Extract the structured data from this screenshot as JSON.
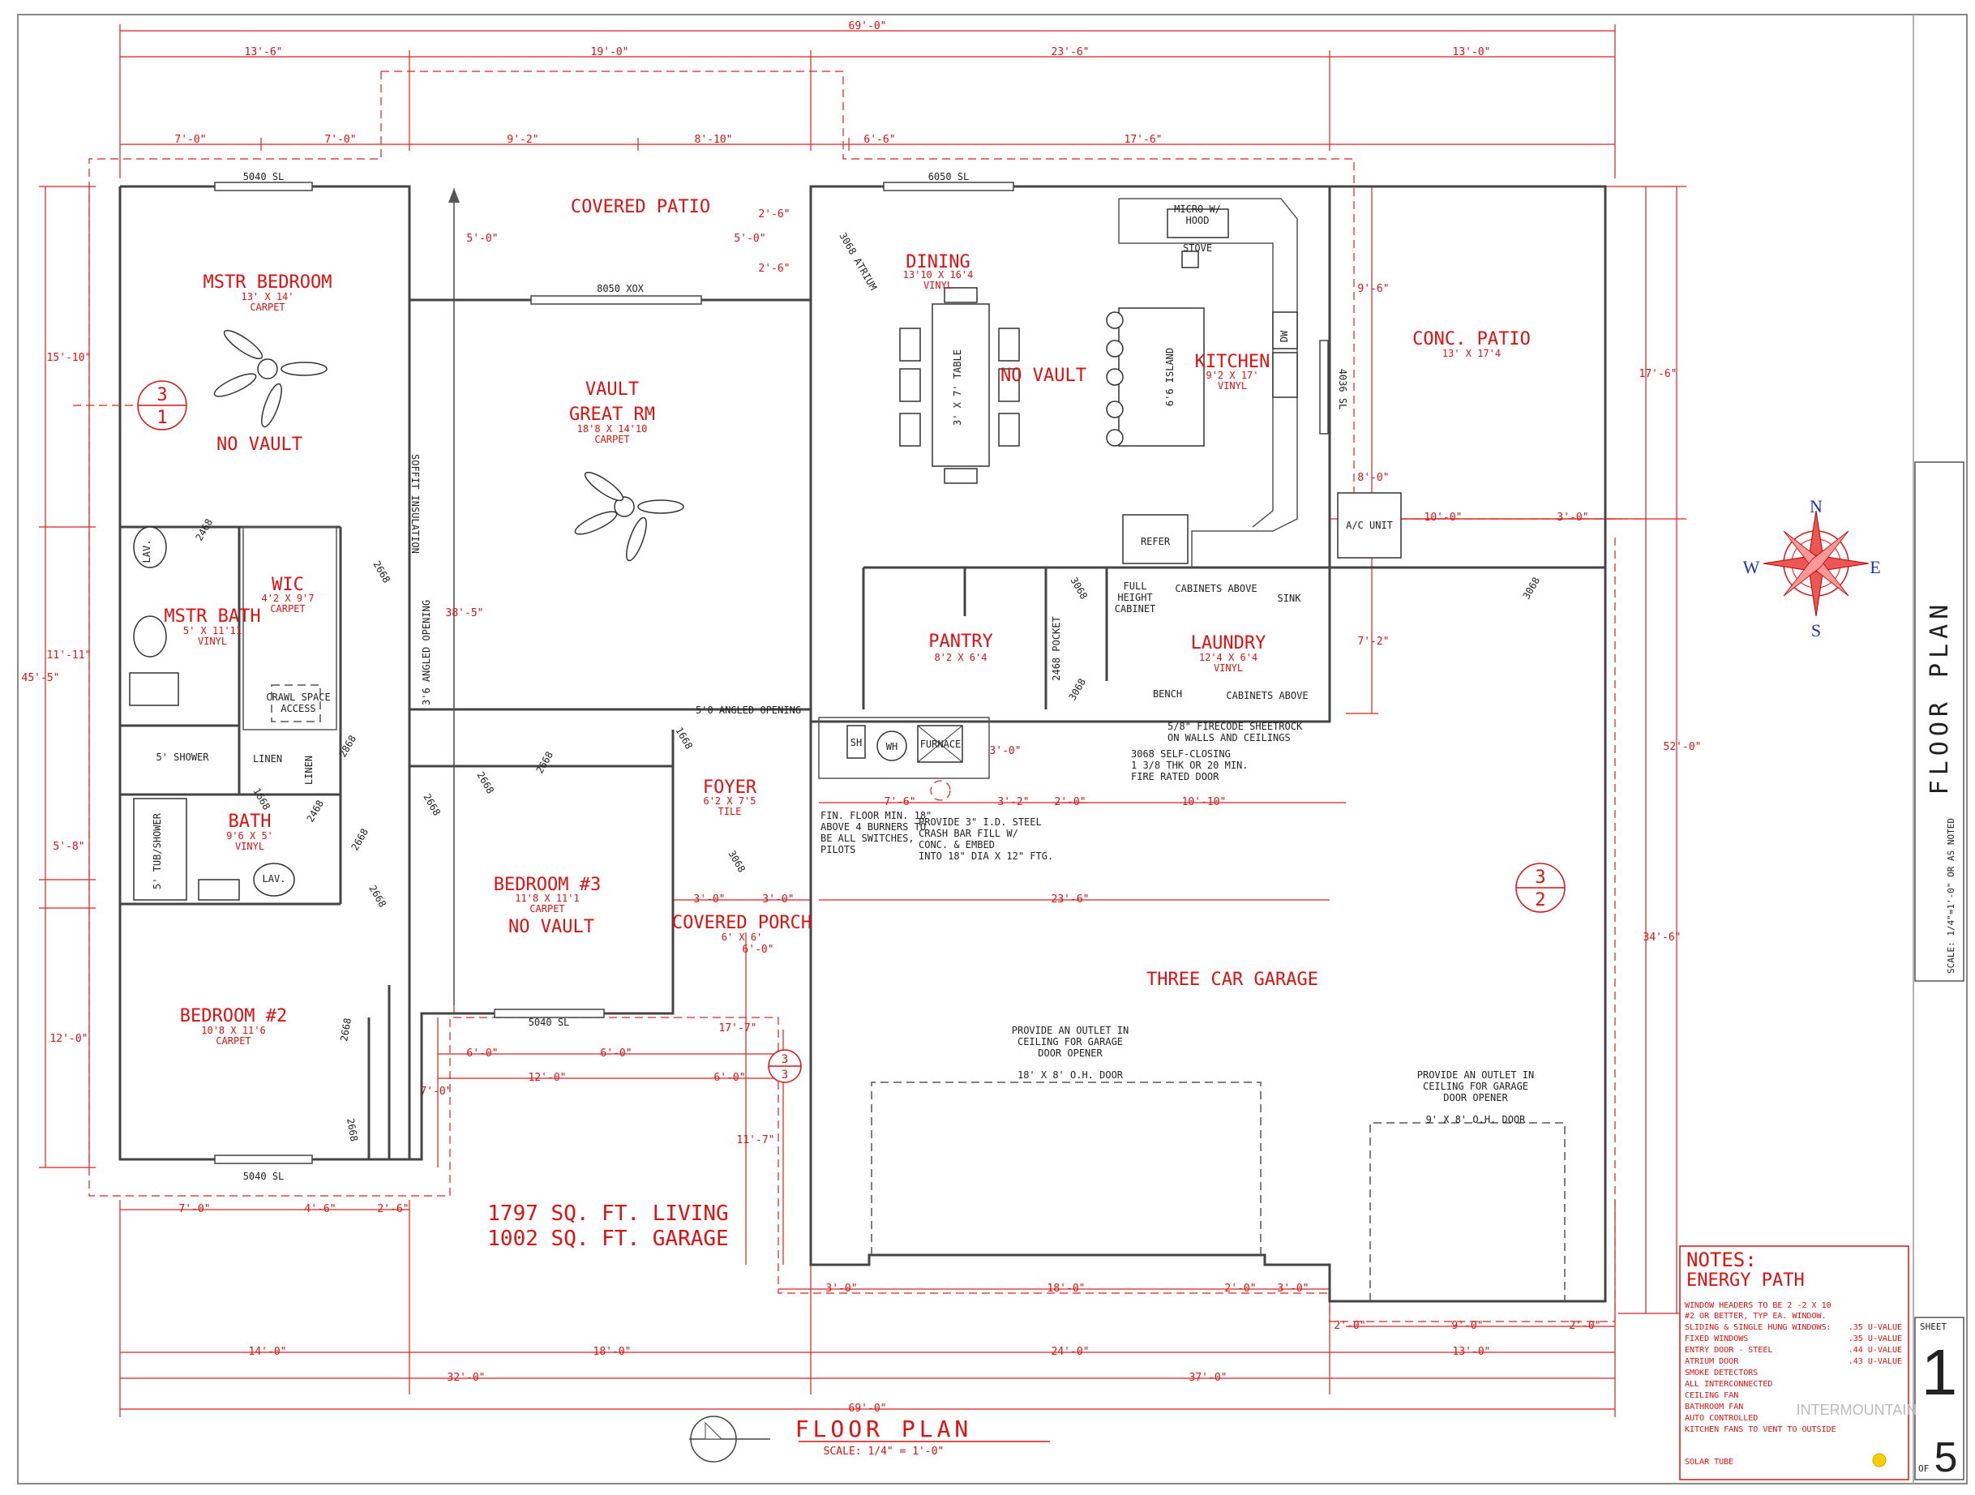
{
  "colors": {
    "ink": "#dd1111",
    "walls": "#444444",
    "background": "#ffffff"
  },
  "dims": {
    "top": [
      "69'-0\"",
      "13'-6\"",
      "19'-0\"",
      "23'-6\"",
      "13'-0\"",
      "7'-0\"",
      "7'-0\"",
      "9'-2\"",
      "8'-10\"",
      "6'-6\"",
      "17'-6\"",
      "6050 SL",
      "5040 SL",
      "8050 XOX"
    ],
    "patio": [
      "2'-6\"",
      "5'-0\"",
      "2'-6\"",
      "5'-0\""
    ],
    "left": [
      "45'-5\"",
      "15'-10\"",
      "11'-11\"",
      "5'-8\"",
      "12'-0\"",
      "38'-5\""
    ],
    "right": [
      "52'-0\"",
      "17'-6\"",
      "34'-6\"",
      "9'-6\"",
      "7'-2\"",
      "8'-0\"",
      "10'-0\"",
      "3'-0\"",
      "4036 SL"
    ],
    "center": [
      "3'-0\"",
      "7'-6\"",
      "3'-2\"",
      "2'-0\"",
      "10'-10\"",
      "23'-6\"",
      "3'-0\"",
      "3'-0\"",
      "6'-0\"",
      "17'-7\"",
      "11'-7\"",
      "6'-0\"",
      "6'-0\"",
      "12'-0\"",
      "6'-0\"",
      "7'-0\"",
      "5040 SL"
    ],
    "bottom": [
      "7'-0\"",
      "4'-6\"",
      "2'-6\"",
      "5040 SL",
      "3'-0\"",
      "18'-0\"",
      "2'-0\"",
      "3'-0\"",
      "2'-0\"",
      "9'-0\"",
      "2'-0\"",
      "14'-0\"",
      "18'-0\"",
      "24'-0\"",
      "13'-0\"",
      "32'-0\"",
      "37'-0\"",
      "69'-0\""
    ]
  },
  "rooms": {
    "master_bedroom": {
      "name": "MSTR BEDROOM",
      "size": "13' X 14'",
      "floor": "CARPET",
      "note": "NO VAULT"
    },
    "covered_patio": {
      "name": "COVERED PATIO"
    },
    "great_room": {
      "name1": "VAULT",
      "name2": "GREAT RM",
      "size": "18'8 X 14'10",
      "floor": "CARPET"
    },
    "dining": {
      "name": "DINING",
      "size": "13'10 X 16'4",
      "floor": "VINYL",
      "table": "3' X 7' TABLE",
      "note": "NO VAULT"
    },
    "kitchen": {
      "name": "KITCHEN",
      "size": "9'2 X 17'",
      "floor": "VINYL",
      "island": "6'6 ISLAND",
      "micro1": "MICRO W/",
      "micro2": "HOOD",
      "stove": "STOVE",
      "dw": "DW",
      "refer": "REFER"
    },
    "conc_patio": {
      "name": "CONC. PATIO",
      "size": "13' X 17'4",
      "ac": "A/C UNIT"
    },
    "wic": {
      "name": "WIC",
      "size": "4'2 X 9'7",
      "floor": "CARPET"
    },
    "master_bath": {
      "name": "MSTR BATH",
      "size": "5' X 11'11",
      "floor": "VINYL",
      "shower": "5' SHOWER",
      "lav": "LAV."
    },
    "crawl": {
      "line1": "CRAWL SPACE",
      "line2": "ACCESS"
    },
    "linen": [
      "LINEN",
      "LINEN"
    ],
    "bath": {
      "name": "BATH",
      "size": "9'6 X 5'",
      "floor": "VINYL",
      "tub": "5' TUB/SHOWER",
      "lav": "LAV."
    },
    "pantry": {
      "name": "PANTRY",
      "size": "8'2 X 6'4",
      "pocket": "2468 POCKET"
    },
    "laundry": {
      "name": "LAUNDRY",
      "size": "12'4 X 6'4",
      "floor": "VINYL",
      "cab1": "CABINETS ABOVE",
      "cab2": "CABINETS ABOVE",
      "full1": "FULL",
      "full2": "HEIGHT",
      "full3": "CABINET",
      "sink": "SINK",
      "bench": "BENCH"
    },
    "foyer": {
      "name": "FOYER",
      "size": "6'2 X 7'5",
      "floor": "TILE"
    },
    "covered_porch": {
      "name": "COVERED PORCH",
      "size": "6' X 6'"
    },
    "bedroom3": {
      "name": "BEDROOM #3",
      "size": "11'8 X 11'1",
      "floor": "CARPET",
      "note": "NO VAULT"
    },
    "bedroom2": {
      "name": "BEDROOM #2",
      "size": "10'8 X 11'6",
      "floor": "CARPET"
    },
    "garage": {
      "name": "THREE CAR GARAGE"
    },
    "mech": {
      "sh": "SH",
      "wh": "WH",
      "furnace": "FURNACE"
    }
  },
  "doors": [
    "3068 ATRIUM",
    "2468",
    "2668",
    "2668",
    "2668",
    "2868",
    "2468",
    "1668",
    "1668",
    "2668",
    "2668",
    "2668",
    "2668",
    "2668",
    "3068",
    "3068",
    "3068",
    "3068"
  ],
  "openings": [
    "5'0 ANGLED OPENING",
    "3'6 ANGLED OPENING",
    "SOFFIT INSULATION"
  ],
  "notes_plan": {
    "firecode": [
      "5/8\" FIRECODE SHEETROCK",
      "ON WALLS AND CEILINGS"
    ],
    "door": [
      "3068 SELF-CLOSING",
      "1 3/8 THK OR 20 MIN.",
      "FIRE RATED DOOR"
    ],
    "floor": [
      "FIN. FLOOR MIN. 18\"",
      "ABOVE 4 BURNERS TO",
      "BE ALL SWITCHES,",
      "PILOTS"
    ],
    "steel": [
      "PROVIDE 3\" I.D. STEEL",
      "CRASH BAR FILL W/",
      "CONC. & EMBED",
      "INTO 18\" DIA X 12\" FTG."
    ],
    "outlet1": [
      "PROVIDE AN OUTLET IN",
      "CEILING FOR GARAGE",
      "DOOR OPENER",
      "18' X 8' O.H. DOOR"
    ],
    "outlet2": [
      "PROVIDE AN OUTLET IN",
      "CEILING FOR GARAGE",
      "DOOR OPENER",
      "9' X 8' O.H. DOOR"
    ]
  },
  "sqft": {
    "living": "1797 SQ. FT. LIVING",
    "garage": "1002 SQ. FT. GARAGE"
  },
  "sections": [
    {
      "top": "3",
      "bottom": "1"
    },
    {
      "top": "3",
      "bottom": "2"
    },
    {
      "top": "3",
      "bottom": "3"
    }
  ],
  "compass": {
    "n": "N",
    "e": "E",
    "s": "S",
    "w": "W"
  },
  "title_block": {
    "title": "FLOOR PLAN",
    "scale": "SCALE: 1/4\"=1'-0\" OR AS NOTED",
    "sheet_label": "SHEET",
    "sheet_number": "1",
    "of_label": "OF",
    "total_sheets": "5"
  },
  "plan_title": {
    "title": "FLOOR PLAN",
    "scale": "SCALE: 1/4\" = 1'-0\""
  },
  "energy_notes": {
    "heading": "NOTES:",
    "sub": "ENERGY PATH",
    "lines": [
      "WINDOW HEADERS TO BE 2 -2 X 10",
      "#2 OR BETTER, TYP EA. WINDOW.",
      "SLIDING & SINGLE HUNG WINDOWS:",
      "FIXED WINDOWS",
      "ENTRY DOOR - STEEL",
      "ATRIUM DOOR",
      "SMOKE DETECTORS",
      "ALL INTERCONNECTED",
      "CEILING FAN",
      "BATHROOM FAN",
      "AUTO CONTROLLED",
      "KITCHEN FANS TO VENT TO OUTSIDE",
      "SOLAR TUBE"
    ],
    "values": [
      ".35 U-VALUE",
      ".35 U-VALUE",
      ".44 U-VALUE",
      ".43 U-VALUE"
    ]
  },
  "watermark": "INTERMOUNTAIN"
}
